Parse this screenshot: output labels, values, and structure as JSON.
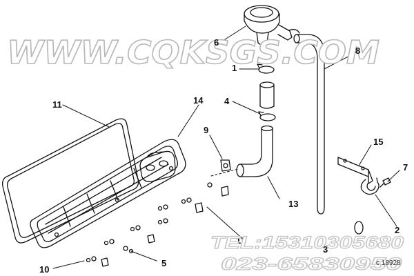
{
  "watermark": "WWW.CQKSGS.COM",
  "contact": {
    "phone": "TEL:15310305680",
    "phone2": "023-65830950"
  },
  "callouts": {
    "c1": "1",
    "c2": "2",
    "c3": "3",
    "c4": "4",
    "c5": "5",
    "c6": "6",
    "c7": "7",
    "c8": "8",
    "c9": "9",
    "c10": "10",
    "c11": "11",
    "c12": "12",
    "c13": "13",
    "c14": "14",
    "c15": "15"
  },
  "figure_code": "c 18928",
  "colors": {
    "line": "#111111",
    "watermark_fill": "#ffffff",
    "watermark_stroke": "#b8b8b8",
    "contact": "#c4c4c4"
  }
}
